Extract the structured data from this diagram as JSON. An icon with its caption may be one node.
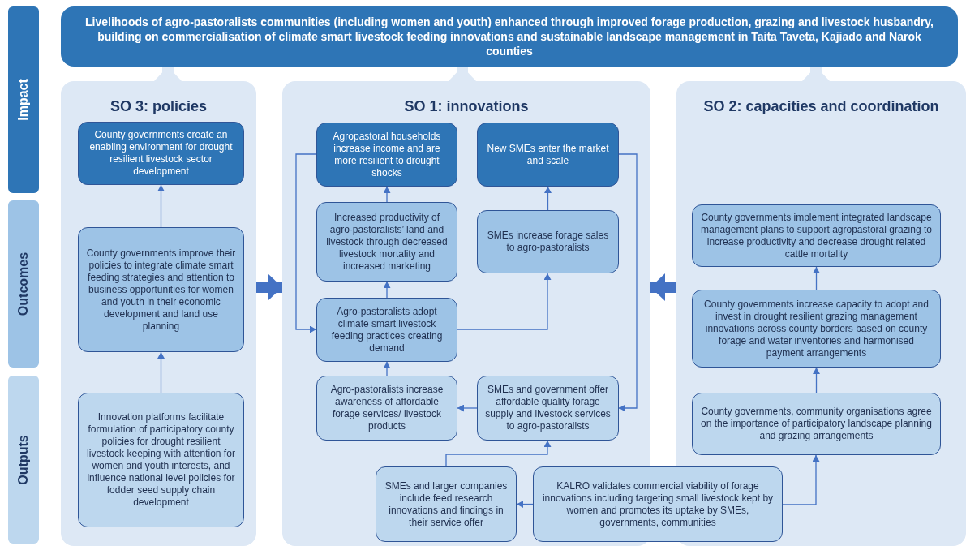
{
  "diagram": {
    "nodes": [
      {
        "text": [
          "Impact"
        ]
      },
      {
        "text": [
          "Outcomes"
        ]
      },
      {
        "text": [
          "Outputs"
        ]
      },
      {
        "text": [
          "Livelihoods of agro-pastoralists communities (including women and youth) enhanced through improved forage production, grazing and livestock husbandry, building on commercialisation of climate smart livestock feeding innovations and sustainable landscape management in Taita Taveta, Kajiado and Narok counties"
        ]
      },
      {
        "text": [
          "SO 3: policies"
        ]
      },
      {
        "text": [
          "County governments create an enabling environment for drought resilient livestock sector development"
        ],
        "in": 4
      },
      {
        "text": [
          "County governments improve their policies to integrate climate smart feeding strategies and attention to business opportunities for women and youth in their economic development and land use planning"
        ],
        "in": 4
      },
      {
        "text": [
          "Innovation platforms facilitate formulation of participatory county policies for drought resilient livestock keeping with attention for women and youth interests, and influence national level policies for fodder seed supply chain development"
        ],
        "in": 4
      },
      {
        "text": [
          "SO 1: innovations"
        ]
      },
      {
        "text": [
          "Agropastoral households increase income and are more resilient to drought shocks"
        ],
        "in": 8
      },
      {
        "text": [
          "New SMEs enter the market and scale"
        ],
        "in": 8
      },
      {
        "text": [
          "Increased productivity of agro-pastoralists’ land and livestock through decreased livestock mortality and increased marketing"
        ],
        "in": 8
      },
      {
        "text": [
          "SMEs increase forage sales to agro-pastoralists"
        ],
        "in": 8
      },
      {
        "text": [
          "Agro-pastoralists adopt climate smart livestock feeding practices creating demand"
        ],
        "in": 8
      },
      {
        "text": [
          "Agro-pastoralists increase awareness of affordable forage services/ livestock products"
        ],
        "in": 8
      },
      {
        "text": [
          "SMEs and government offer affordable quality forage supply and livestock services to agro-pastoralists"
        ],
        "in": 8
      },
      {
        "text": [
          "SMEs and larger companies include feed research innovations and findings in their service offer"
        ],
        "in": 8
      },
      {
        "text": [
          "KALRO validates commercial viability of forage innovations including targeting small livestock kept by women and promotes its uptake by SMEs, governments, communities"
        ]
      },
      {
        "text": [
          "SO 2: capacities and coordination"
        ]
      },
      {
        "text": [
          "County governments implement integrated landscape management plans to support agropastoral grazing to increase productivity and decrease drought related cattle mortality"
        ],
        "in": 18
      },
      {
        "text": [
          "County governments increase capacity to adopt and invest in drought resilient grazing management innovations across county borders based on county forage and water inventories and harmonised payment arrangements"
        ],
        "in": 18
      },
      {
        "text": [
          "County governments, community organisations agree on the importance of participatory landscape planning and grazing arrangements"
        ],
        "in": 18
      }
    ],
    "edges": [
      {
        "from": 7,
        "to": 6,
        "arrow": "to"
      },
      {
        "from": 6,
        "to": 5,
        "arrow": "to"
      },
      {
        "from": 11,
        "to": 9,
        "arrow": "to"
      },
      {
        "from": 13,
        "to": 11,
        "arrow": "to"
      },
      {
        "from": 14,
        "to": 13,
        "arrow": "to"
      },
      {
        "from": 13,
        "to": 12,
        "arrow": "to"
      },
      {
        "from": 12,
        "to": 10,
        "arrow": "to"
      },
      {
        "from": 9,
        "to": 13,
        "arrow": "to"
      },
      {
        "from": 10,
        "to": 15,
        "arrow": "to"
      },
      {
        "from": 15,
        "to": 14,
        "arrow": "to"
      },
      {
        "from": 16,
        "to": 15,
        "arrow": "to"
      },
      {
        "from": 17,
        "to": 16,
        "arrow": "to"
      },
      {
        "from": 17,
        "to": 21,
        "arrow": "to"
      },
      {
        "from": 21,
        "to": 20,
        "arrow": "to"
      },
      {
        "from": 20,
        "to": 19,
        "arrow": "to"
      },
      {
        "from": 4,
        "to": 8,
        "arrow": "to",
        "style": "thick"
      },
      {
        "from": 18,
        "to": 8,
        "arrow": "to",
        "style": "thick"
      },
      {
        "from": 4,
        "to": 3,
        "arrow": "to",
        "style": "thick",
        "color": "#dde8f5"
      },
      {
        "from": 8,
        "to": 3,
        "arrow": "to",
        "style": "thick",
        "color": "#dde8f5"
      },
      {
        "from": 18,
        "to": 3,
        "arrow": "to",
        "style": "thick",
        "color": "#dde8f5"
      }
    ]
  }
}
